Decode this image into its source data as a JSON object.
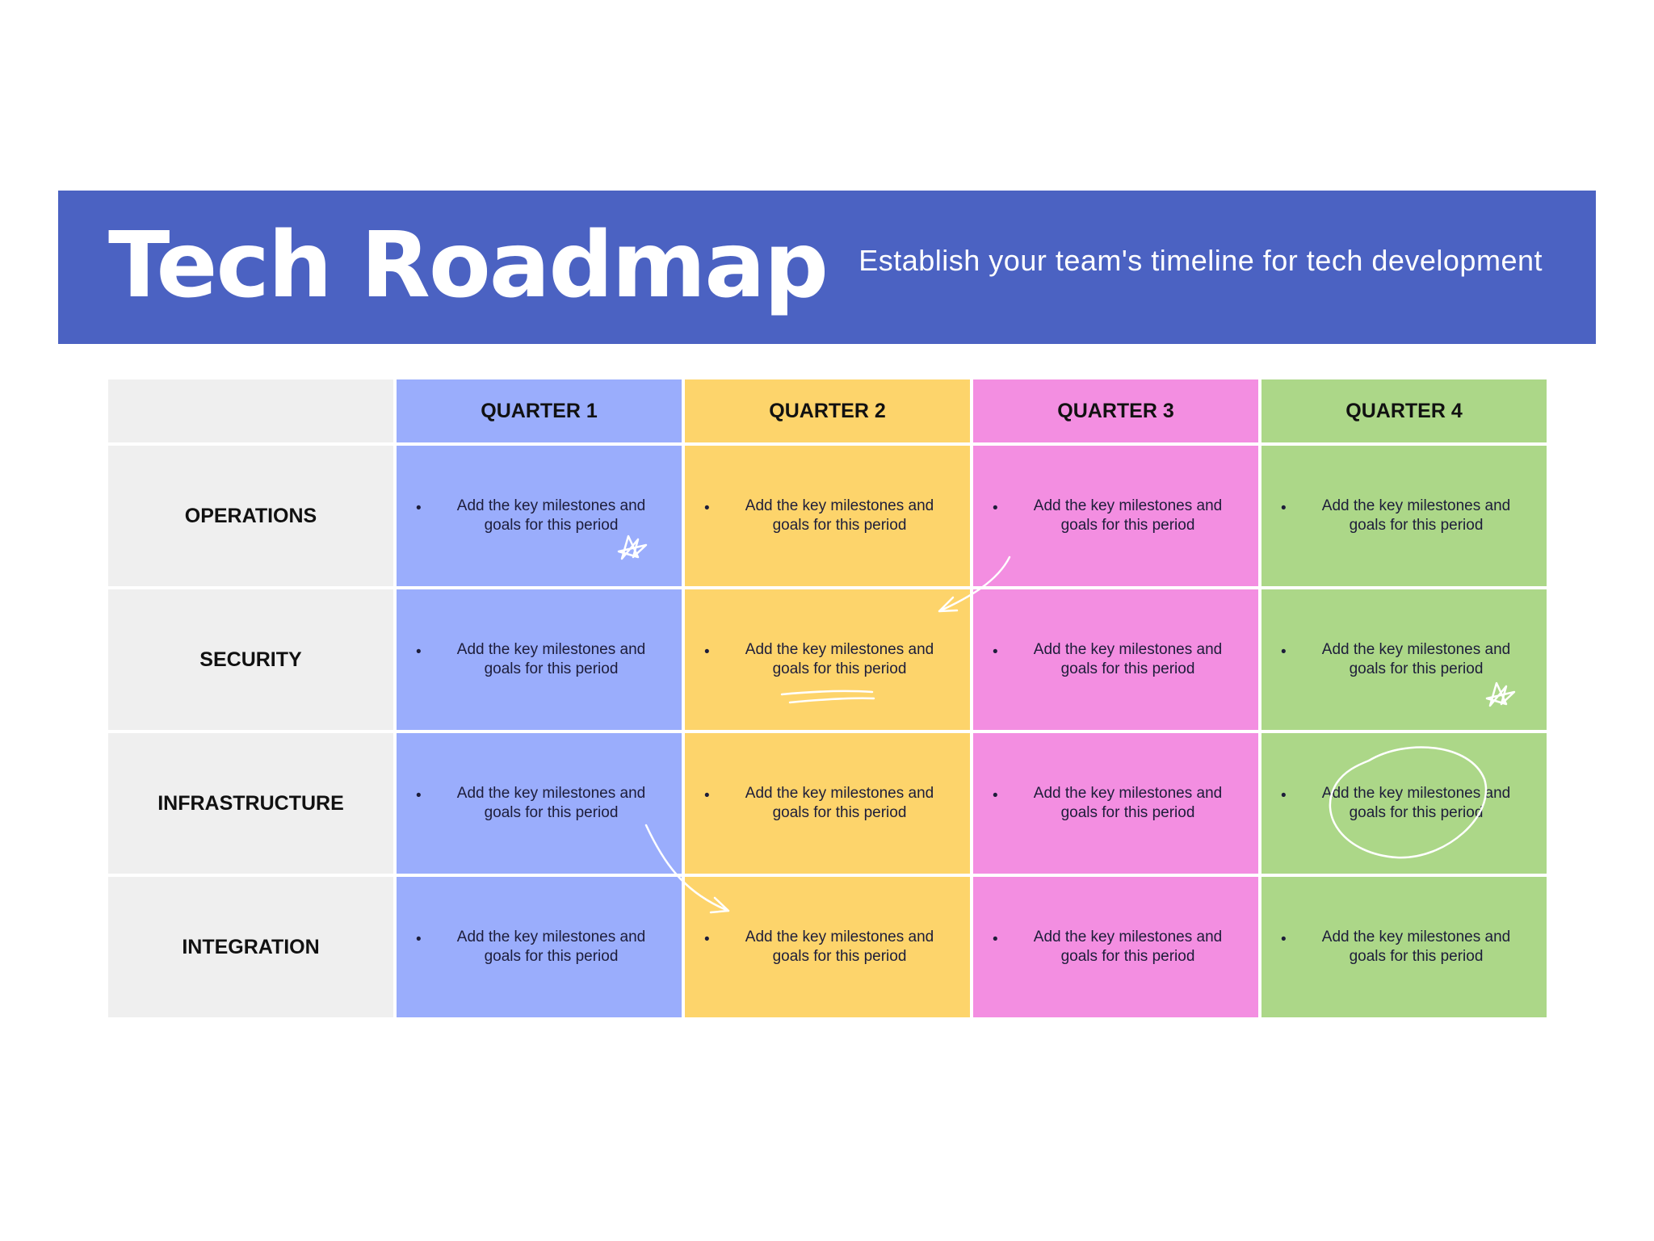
{
  "header": {
    "title": "Tech Roadmap",
    "subtitle": "Establish your team's timeline for tech development"
  },
  "quarters": [
    "QUARTER 1",
    "QUARTER 2",
    "QUARTER 3",
    "QUARTER 4"
  ],
  "rows": [
    {
      "label": "OPERATIONS",
      "cells": [
        "Add the key milestones and goals for this period",
        "Add the key milestones and goals for this period",
        "Add the key milestones and goals for this period",
        "Add the key milestones and goals for this period"
      ]
    },
    {
      "label": "SECURITY",
      "cells": [
        "Add the key milestones and goals for this period",
        "Add the key milestones and goals for this period",
        "Add the key milestones and goals for this period",
        "Add the key milestones and goals for this period"
      ]
    },
    {
      "label": "INFRASTRUCTURE",
      "cells": [
        "Add the key milestones and goals for this period",
        "Add the key milestones and goals for this period",
        "Add the key milestones and goals for this period",
        "Add the key milestones and goals for this period"
      ]
    },
    {
      "label": "INTEGRATION",
      "cells": [
        "Add the key milestones and goals for this period",
        "Add the key milestones and goals for this period",
        "Add the key milestones and goals for this period",
        "Add the key milestones and goals for this period"
      ]
    }
  ],
  "colors": {
    "banner": "#4b62c2",
    "quarter1": "#9aadfc",
    "quarter2": "#fdd46b",
    "quarter3": "#f38ee1",
    "quarter4": "#acd788",
    "row_label": "#efefef"
  },
  "decorations": [
    "star-doodle",
    "arrow-doodle",
    "underline-doodle",
    "circle-doodle"
  ]
}
